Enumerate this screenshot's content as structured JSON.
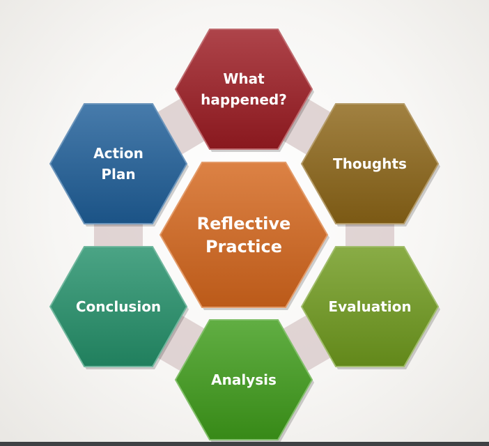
{
  "diagram": {
    "center": {
      "lines": [
        "Reflective",
        "Practice"
      ],
      "color": "#d4661c"
    },
    "hexagons": [
      {
        "key": "what-happened",
        "lines": [
          "What",
          "happened?"
        ],
        "color": "#9c1b22"
      },
      {
        "key": "thoughts",
        "lines": [
          "Thoughts"
        ],
        "color": "#8c6517"
      },
      {
        "key": "evaluation",
        "lines": [
          "Evaluation"
        ],
        "color": "#6f9a1d"
      },
      {
        "key": "analysis",
        "lines": [
          "Analysis"
        ],
        "color": "#3e9c1a"
      },
      {
        "key": "conclusion",
        "lines": [
          "Conclusion"
        ],
        "color": "#24906a"
      },
      {
        "key": "action-plan",
        "lines": [
          "Action",
          "Plan"
        ],
        "color": "#1f5e98"
      }
    ],
    "connector_color": "#d7c7c7"
  }
}
